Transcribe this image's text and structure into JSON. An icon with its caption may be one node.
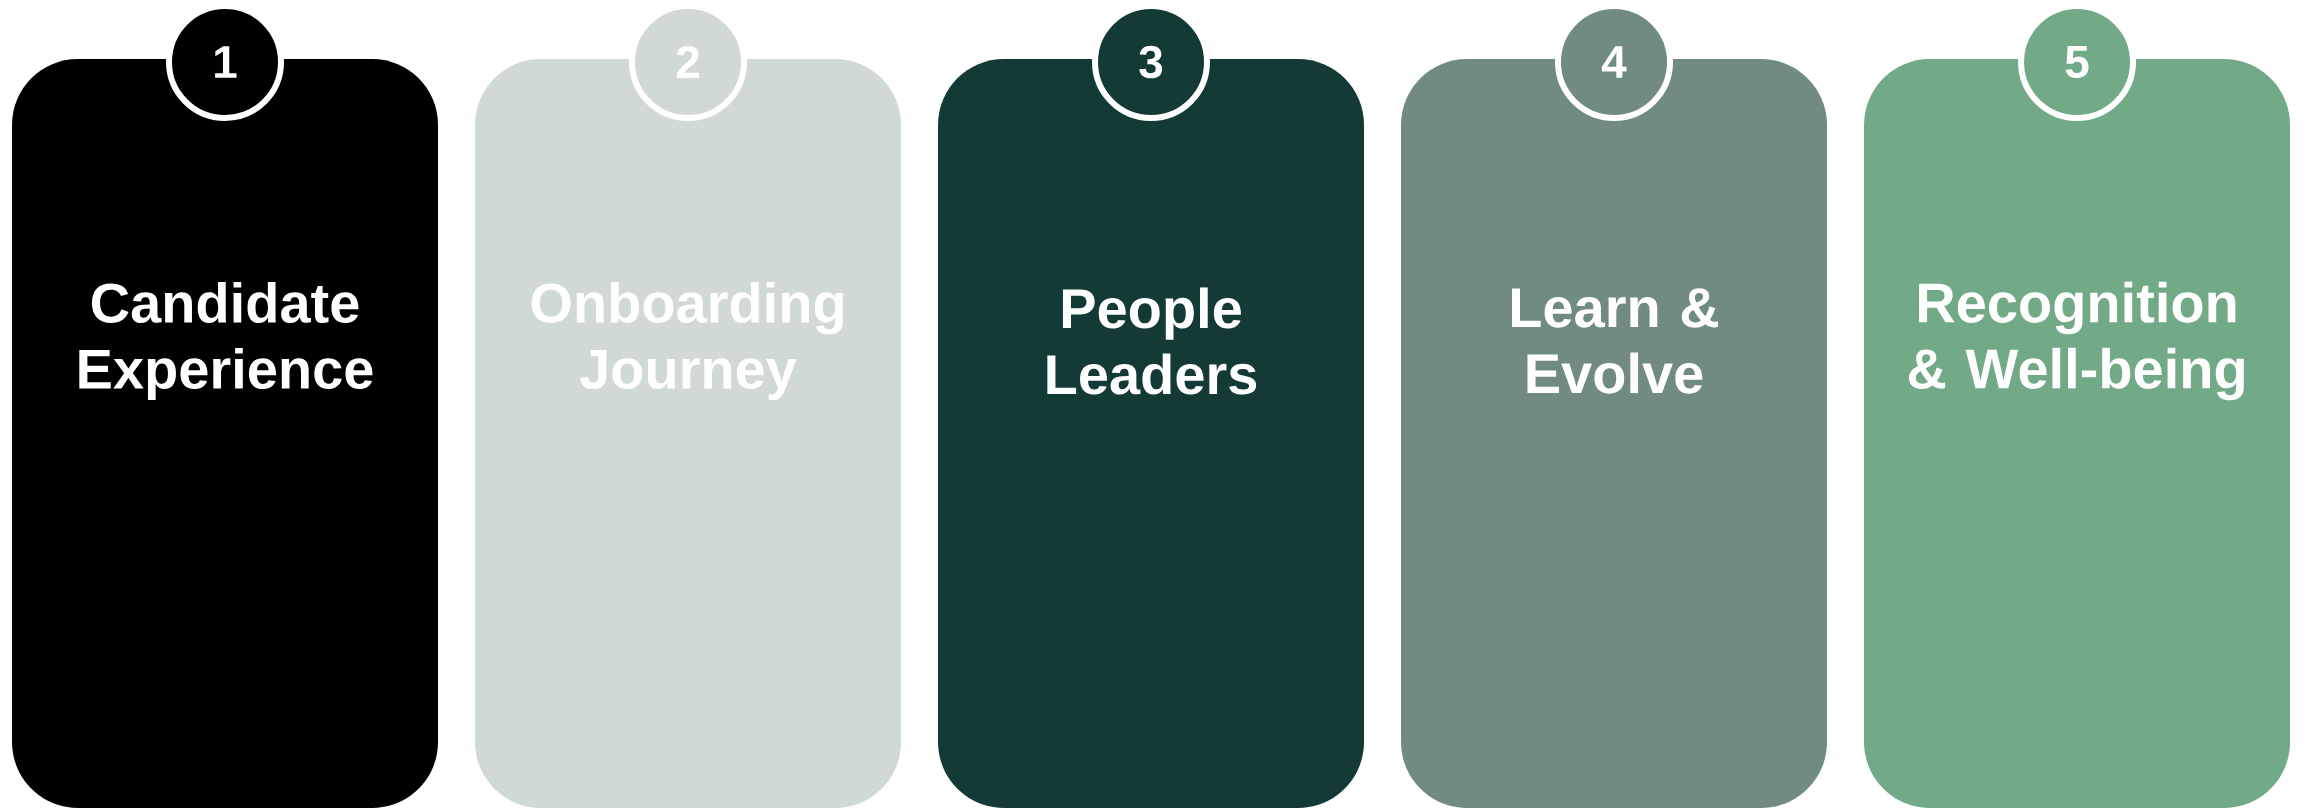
{
  "diagram": {
    "nodes": [
      {
        "text": [
          "1"
        ]
      },
      {
        "text": [
          "Candidate Experience"
        ]
      },
      {
        "text": [
          "2"
        ]
      },
      {
        "text": [
          "Onboarding Journey"
        ]
      },
      {
        "text": [
          "3"
        ]
      },
      {
        "text": [
          "People Leaders"
        ]
      },
      {
        "text": [
          "4"
        ]
      },
      {
        "text": [
          "Learn & Evolve"
        ]
      },
      {
        "text": [
          "5"
        ]
      },
      {
        "text": [
          "Recognition & Well-being"
        ]
      }
    ]
  }
}
